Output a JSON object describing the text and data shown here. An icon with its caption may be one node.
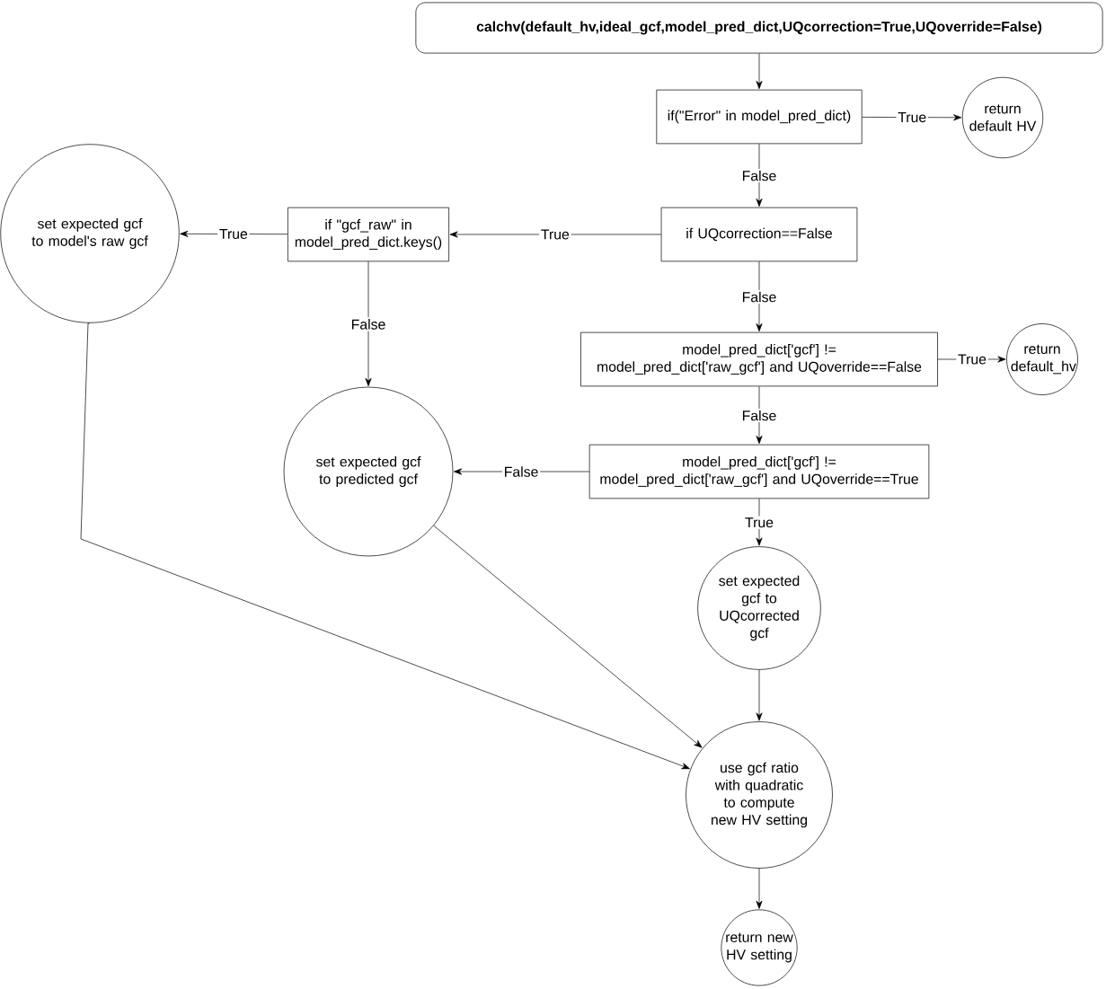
{
  "diagram": {
    "nodes": [
      {
        "text": [
          "calchv(default_hv,ideal_gcf,model_pred_dict,UQcorrection=True,UQoverride=False)"
        ]
      },
      {
        "text": [
          "if(\"Error\" in model_pred_dict)"
        ]
      },
      {
        "text": [
          "return default HV"
        ]
      },
      {
        "text": [
          "if UQcorrection==False"
        ]
      },
      {
        "text": [
          "if \"gcf_raw\" in model_pred_dict.keys()"
        ]
      },
      {
        "text": [
          "set expected gcf to model's raw gcf"
        ]
      },
      {
        "text": [
          "model_pred_dict['gcf'] != model_pred_dict['raw_gcf'] and UQoverride==False"
        ]
      },
      {
        "text": [
          "return default_hv"
        ]
      },
      {
        "text": [
          "model_pred_dict['gcf'] != model_pred_dict['raw_gcf'] and UQoverride==True"
        ]
      },
      {
        "text": [
          "set expected gcf to predicted gcf"
        ]
      },
      {
        "text": [
          "set expected gcf to UQcorrected gcf"
        ]
      },
      {
        "text": [
          "use gcf ratio with quadratic to compute new HV setting"
        ]
      },
      {
        "text": [
          "return new HV setting"
        ]
      }
    ],
    "edges": [
      {
        "from": 0,
        "to": 1,
        "arrow": "to"
      },
      {
        "from": 1,
        "to": 2,
        "arrow": "to",
        "label": "True"
      },
      {
        "from": 1,
        "to": 3,
        "arrow": "to",
        "label": "False"
      },
      {
        "from": 3,
        "to": 4,
        "arrow": "to",
        "label": "True"
      },
      {
        "from": 4,
        "to": 5,
        "arrow": "to",
        "label": "True"
      },
      {
        "from": 4,
        "to": 9,
        "arrow": "to",
        "label": "False"
      },
      {
        "from": 3,
        "to": 6,
        "arrow": "to",
        "label": "False"
      },
      {
        "from": 6,
        "to": 7,
        "arrow": "to",
        "label": "True"
      },
      {
        "from": 6,
        "to": 8,
        "arrow": "to",
        "label": "False"
      },
      {
        "from": 8,
        "to": 9,
        "arrow": "to",
        "label": "False"
      },
      {
        "from": 8,
        "to": 10,
        "arrow": "to",
        "label": "True"
      },
      {
        "from": 10,
        "to": 11,
        "arrow": "to"
      },
      {
        "from": 5,
        "to": 11,
        "arrow": "to"
      },
      {
        "from": 9,
        "to": 11,
        "arrow": "to"
      },
      {
        "from": 11,
        "to": 12,
        "arrow": "to"
      }
    ]
  }
}
